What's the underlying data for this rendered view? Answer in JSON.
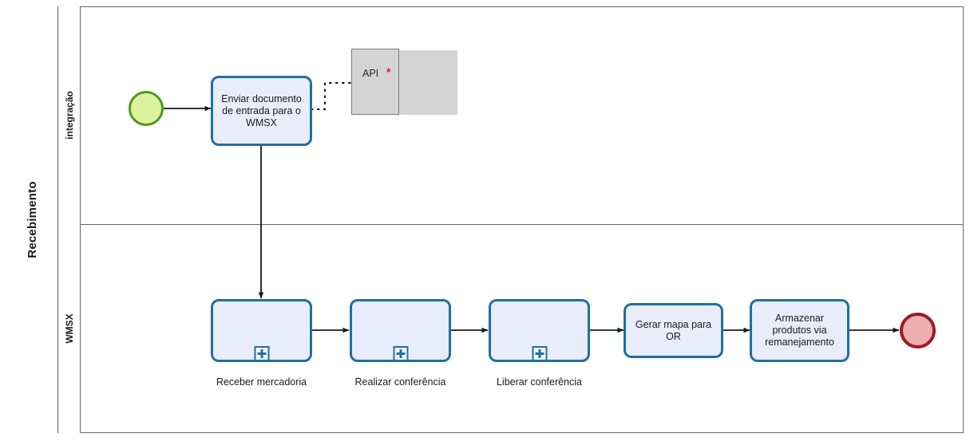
{
  "diagram": {
    "type": "bpmn-process",
    "pool": {
      "label": "Recebimento"
    },
    "lanes": [
      {
        "id": "integracao",
        "label": "integração"
      },
      {
        "id": "wmsx",
        "label": "WMSX"
      }
    ],
    "events": [
      {
        "id": "start",
        "kind": "start-event",
        "lane": "integracao",
        "fill": "#DDF29C",
        "stroke": "#4E9A1F"
      },
      {
        "id": "end",
        "kind": "end-event",
        "lane": "wmsx",
        "fill": "#EFAFB0",
        "stroke": "#A01B24"
      }
    ],
    "tasks": [
      {
        "id": "enviar-documento",
        "label": "Enviar documento de entrada para o WMSX",
        "lane": "integracao",
        "marker": "none",
        "label_position": "inside"
      },
      {
        "id": "receber-mercadoria",
        "label": "Receber mercadoria",
        "lane": "wmsx",
        "marker": "sub-process",
        "label_position": "below"
      },
      {
        "id": "realizar-conferencia",
        "label": "Realizar conferência",
        "lane": "wmsx",
        "marker": "sub-process",
        "label_position": "below"
      },
      {
        "id": "liberar-conferencia",
        "label": "Liberar conferência",
        "lane": "wmsx",
        "marker": "sub-process",
        "label_position": "below"
      },
      {
        "id": "gerar-mapa",
        "label": "Gerar mapa para OR",
        "lane": "wmsx",
        "marker": "none",
        "label_position": "inside"
      },
      {
        "id": "armazenar-produtos",
        "label": "Armazenar produtos via remanejamento",
        "lane": "wmsx",
        "marker": "none",
        "label_position": "inside"
      }
    ],
    "annotation": {
      "id": "api-annotation",
      "text": "API",
      "marker": "*",
      "marker_color": "#E02020",
      "fill": "#D4D4D4",
      "connected_to": "enviar-documento",
      "connection_style": "dotted"
    },
    "colors": {
      "task_fill": "#E9EDFB",
      "task_stroke": "#1F6FA4",
      "pool_stroke": "#666666",
      "flow_stroke": "#1a1a1a"
    }
  }
}
